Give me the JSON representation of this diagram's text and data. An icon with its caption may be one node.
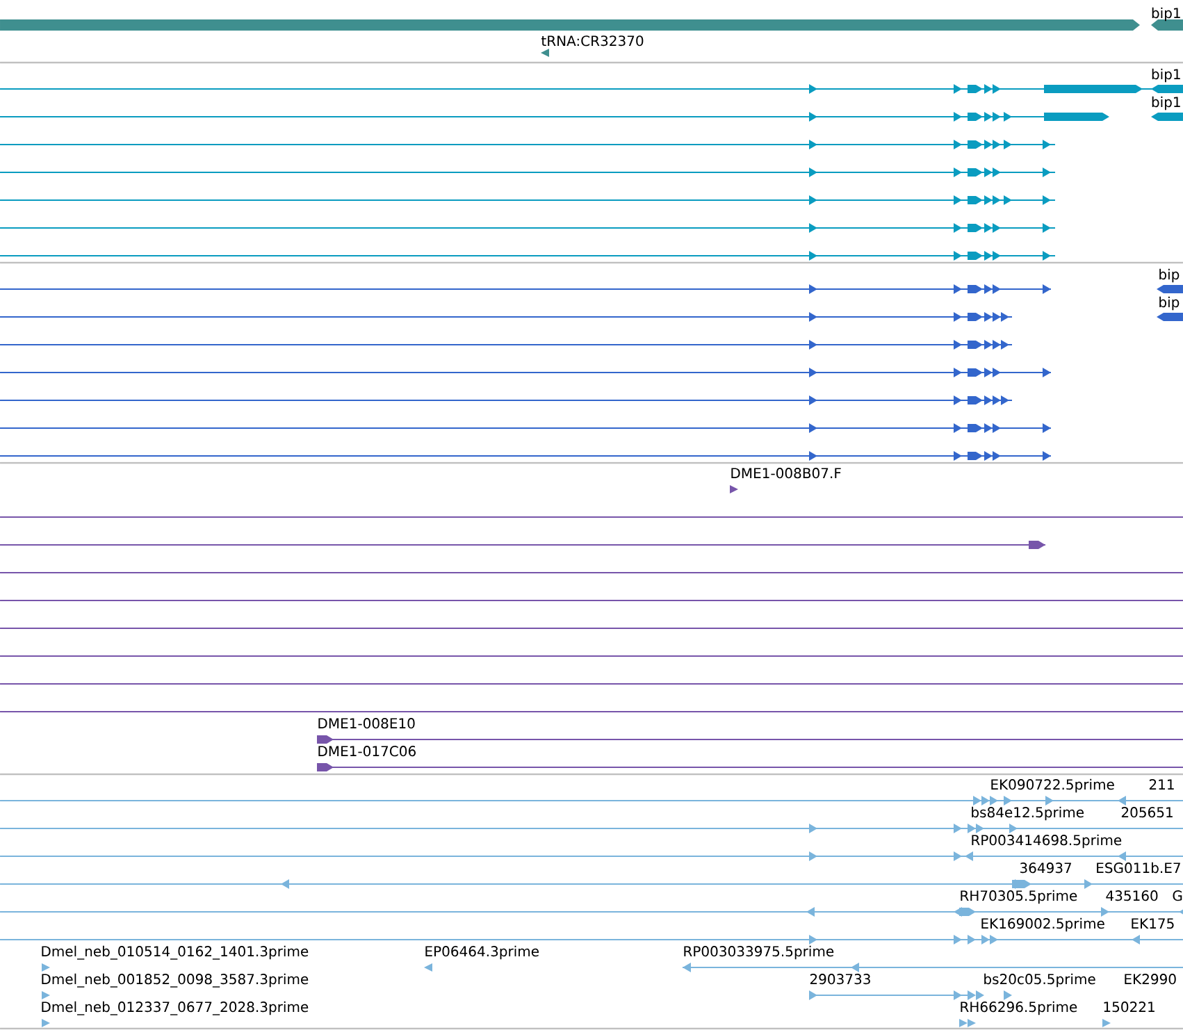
{
  "diagram": {
    "labels": [
      "bip1",
      "tRNA:CR32370",
      "bip1",
      "bip1",
      "bip",
      "bip",
      "DME1-008B07.F",
      "DME1-008E10",
      "DME1-017C06",
      "EK090722.5prime",
      "211",
      "bs84e12.5prime",
      "205651",
      "RP003414698.5prime",
      "364937",
      "ESG011b.E7",
      "RH70305.5prime",
      "435160",
      "G",
      "EK169002.5prime",
      "EK175",
      "Dmel_neb_010514_0162_1401.3prime",
      "EP06464.3prime",
      "RP003033975.5prime",
      "Dmel_neb_001852_0098_3587.3prime",
      "2903733",
      "bs20c05.5prime",
      "EK2990",
      "Dmel_neb_012337_0677_2028.3prime",
      "RH66296.5prime",
      "150221"
    ]
  }
}
